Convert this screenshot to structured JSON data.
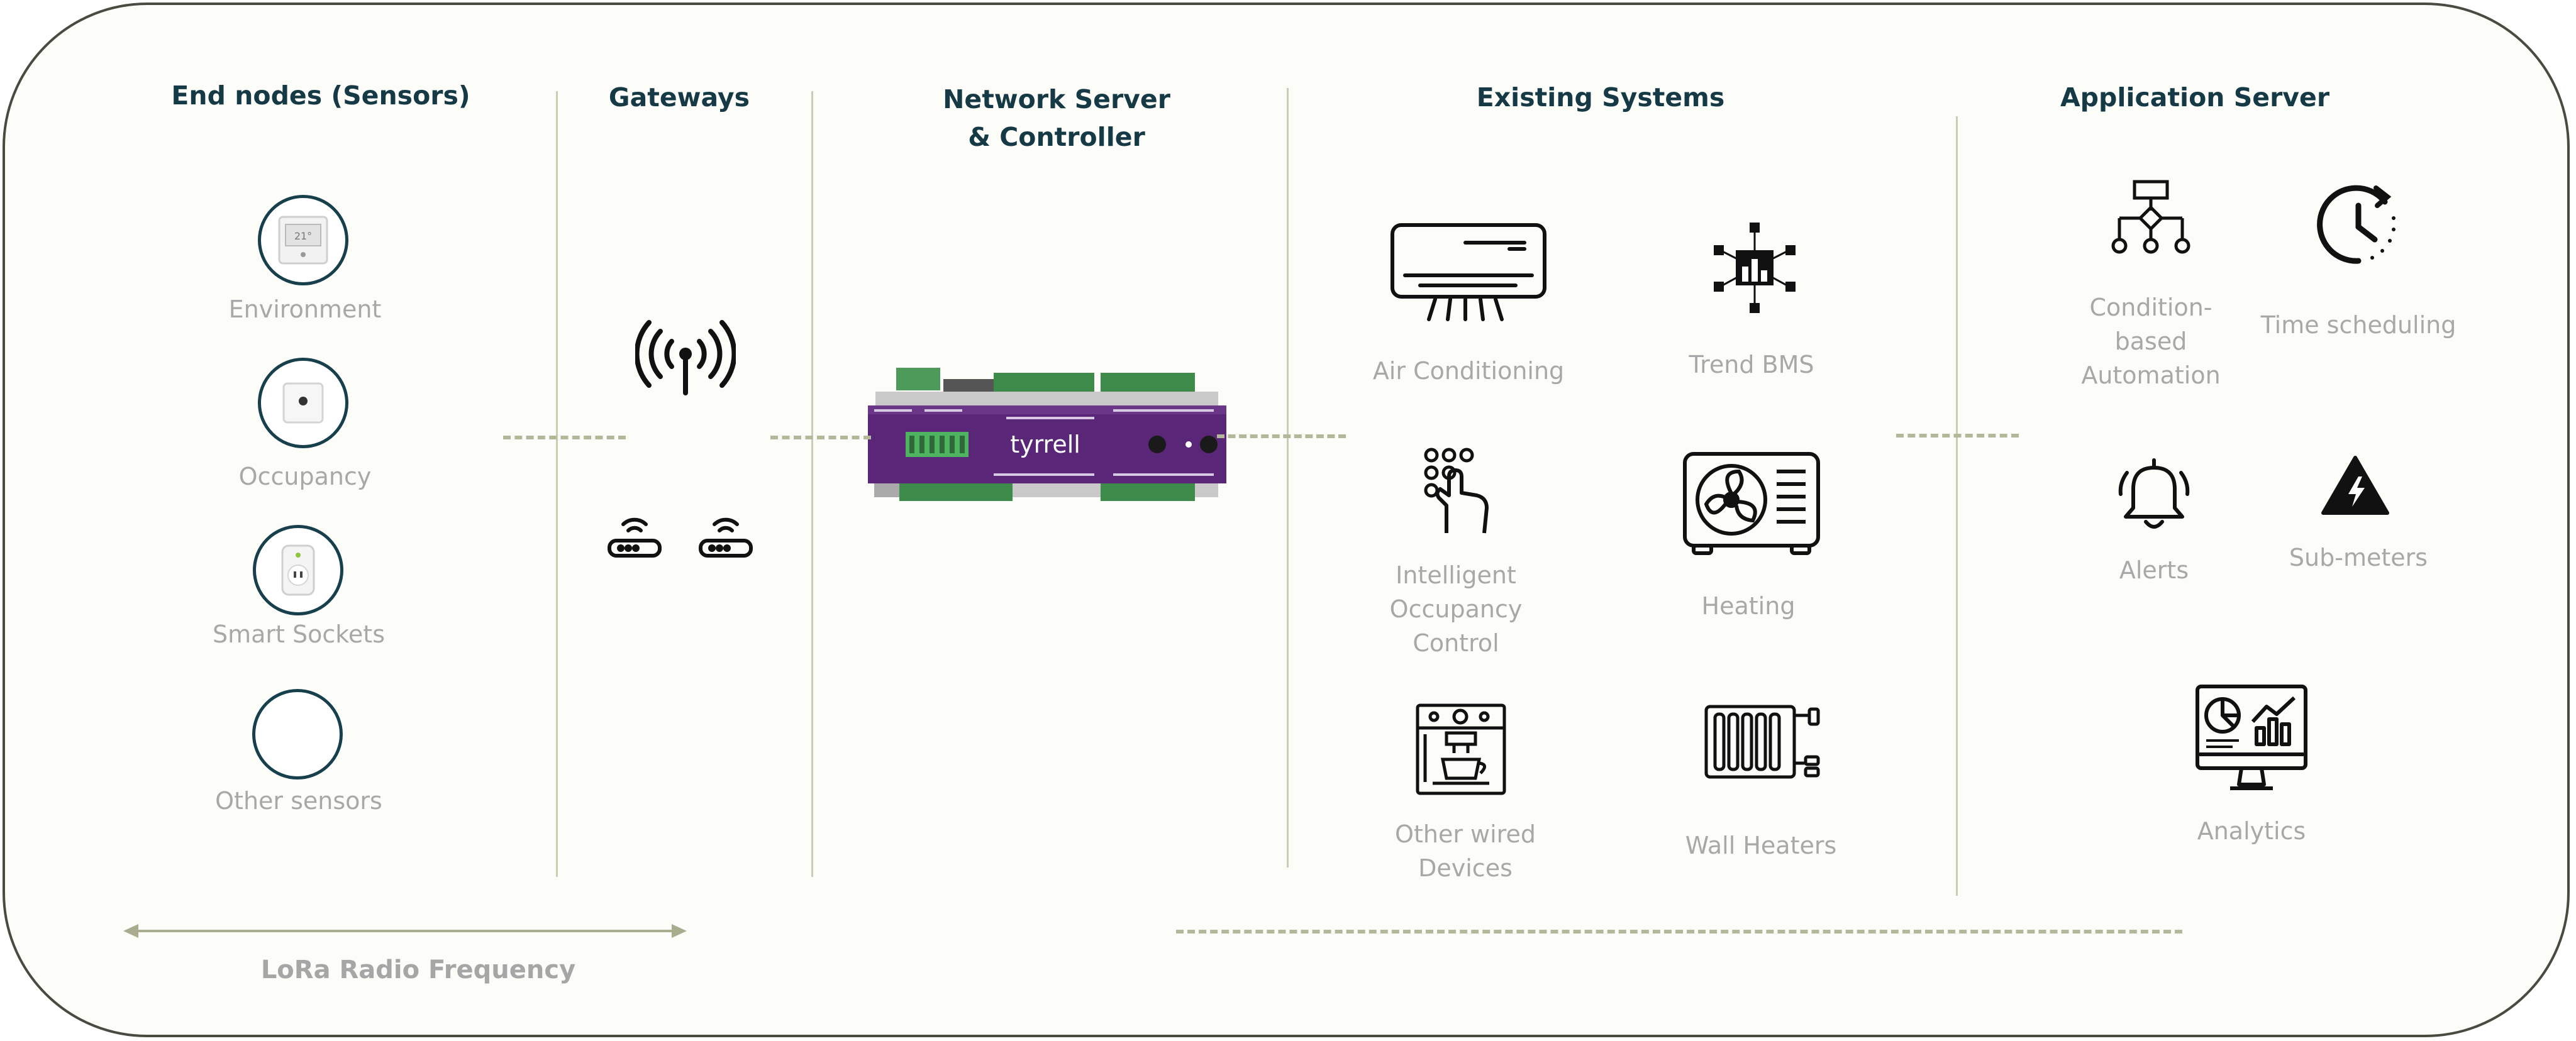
{
  "colors": {
    "header": "#163a45",
    "label": "#a8a8a8",
    "circle": "#173f4c",
    "divider": "#c8cdb4",
    "dash": "#b4b89a",
    "controller": "#5a2778"
  },
  "columns": {
    "end_nodes": {
      "title": "End nodes (Sensors)",
      "items": [
        {
          "label": "Environment",
          "icon": "environment-sensor-icon"
        },
        {
          "label": "Occupancy",
          "icon": "occupancy-sensor-icon"
        },
        {
          "label": "Smart Sockets",
          "icon": "smart-socket-icon"
        },
        {
          "label": "Other sensors",
          "icon": "empty-circle-icon"
        }
      ]
    },
    "gateways": {
      "title": "Gateways",
      "icons": [
        "antenna-icon",
        "router-icon",
        "router-icon"
      ]
    },
    "network_server": {
      "title": "Network Server\n& Controller",
      "device_brand": "tyrrell"
    },
    "existing_systems": {
      "title": "Existing Systems",
      "items": [
        {
          "label": "Air Conditioning",
          "icon": "air-conditioner-icon"
        },
        {
          "label": "Trend BMS",
          "icon": "trend-bms-icon"
        },
        {
          "label": "Intelligent\nOccupancy\nControl",
          "icon": "touch-control-icon"
        },
        {
          "label": "Heating",
          "icon": "heat-pump-fan-icon"
        },
        {
          "label": "Other wired\nDevices",
          "icon": "coffee-machine-icon"
        },
        {
          "label": "Wall Heaters",
          "icon": "radiator-icon"
        }
      ]
    },
    "application_server": {
      "title": "Application Server",
      "items": [
        {
          "label": "Condition-\nbased\nAutomation",
          "icon": "flowchart-icon"
        },
        {
          "label": "Time scheduling",
          "icon": "clock-icon"
        },
        {
          "label": "Alerts",
          "icon": "bell-icon"
        },
        {
          "label": "Sub-meters",
          "icon": "lightning-warning-icon"
        },
        {
          "label": "Analytics",
          "icon": "analytics-monitor-icon"
        }
      ]
    }
  },
  "footer": {
    "lora_label": "LoRa Radio Frequency"
  }
}
